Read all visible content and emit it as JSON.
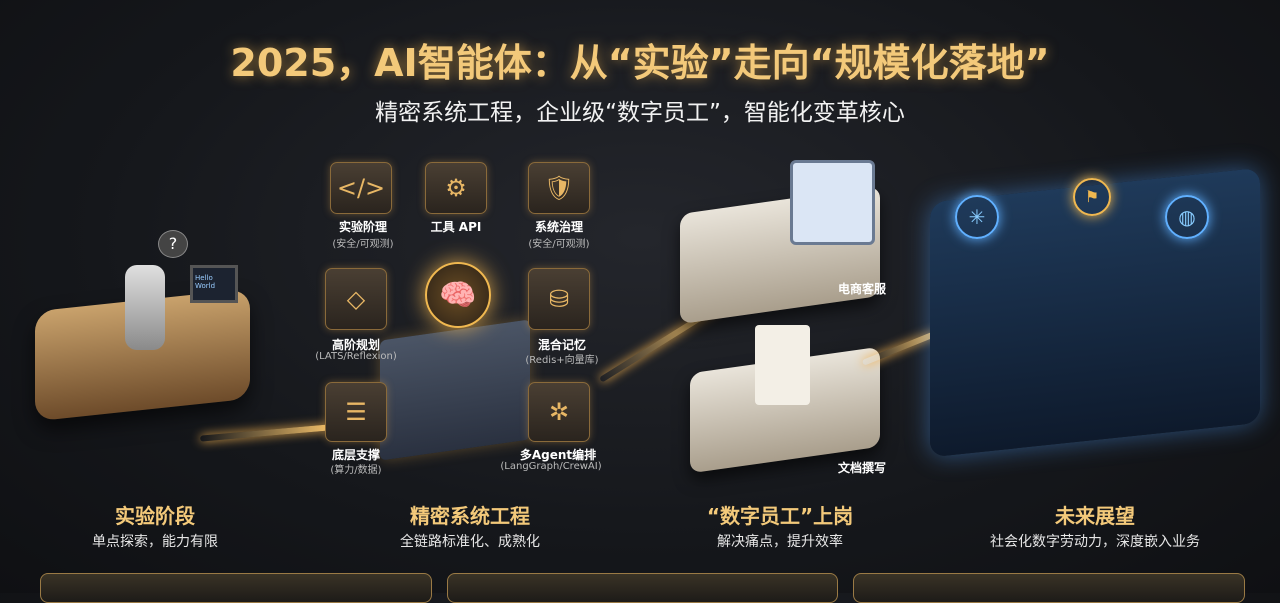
{
  "header": {
    "title": "2025，AI智能体：从“实验”走向“规模化落地”",
    "subtitle": "精密系统工程，企业级“数字员工”，智能化变革核心"
  },
  "experiment_scene": {
    "screen_text": "Hello World",
    "bubble": "?"
  },
  "modules": [
    {
      "label": "实验阶理",
      "sub": "(安全/可观测)",
      "icon": "code-window-icon"
    },
    {
      "label": "工具 API",
      "sub": "",
      "icon": "terminal-gear-icon"
    },
    {
      "label": "系统治理",
      "sub": "(安全/可观测)",
      "icon": "shield-check-icon"
    },
    {
      "label": "高阶规划",
      "sub": "(LATS/Reflexion)",
      "icon": "flowchart-icon"
    },
    {
      "label": "混合记忆",
      "sub": "(Redis+向量库)",
      "icon": "database-icon"
    },
    {
      "label": "底层支撑",
      "sub": "(算力/数据)",
      "icon": "layers-icon"
    },
    {
      "label": "多Agent编排",
      "sub": "(LangGraph/CrewAI)",
      "icon": "network-icon"
    }
  ],
  "scenes": {
    "ecommerce": "电商客服",
    "docs": "文档撰写"
  },
  "stages": [
    {
      "title": "实验阶段",
      "desc": "单点探索，能力有限"
    },
    {
      "title": "精密系统工程",
      "desc": "全链路标准化、成熟化"
    },
    {
      "title": "“数字员工”上岗",
      "desc": "解决痛点，提升效率"
    },
    {
      "title": "未来展望",
      "desc": "社会化数字劳动力，深度嵌入业务"
    }
  ],
  "colors": {
    "accent": "#f3c97a",
    "background": "#15171b",
    "city_glow": "#50a0ff"
  }
}
